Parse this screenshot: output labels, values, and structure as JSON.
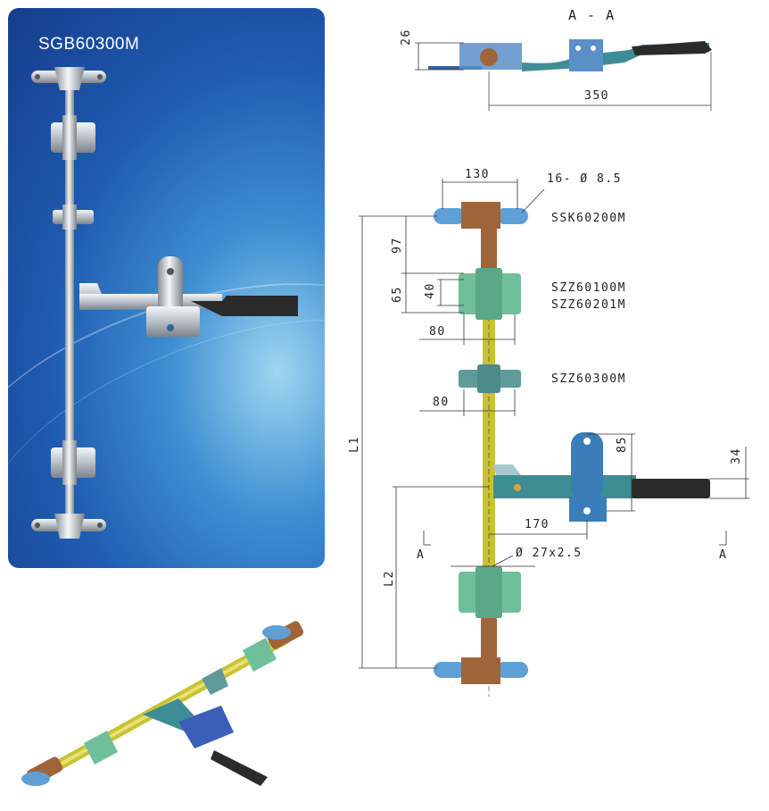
{
  "photo": {
    "model": "SGB60300M"
  },
  "section": {
    "title": "A - A",
    "height": "26",
    "length": "350"
  },
  "front": {
    "width": "130",
    "holes": "16-  Ø 8.5",
    "ssk": "SSK60200M",
    "szz1": "SZZ60100M",
    "szz2": "SZZ60201M",
    "szz3": "SZZ60300M",
    "d97": "97",
    "d65": "65",
    "d40": "40",
    "d80a": "80",
    "d80b": "80",
    "d85": "85",
    "d34": "34",
    "d170": "170",
    "pipe": "Ø 27x2.5",
    "L1": "L1",
    "L2": "L2",
    "cutA": "A",
    "cutA2": "A"
  },
  "colors": {
    "brand_blue": "#1f5bb0",
    "pipe_yellow": "#c9c232",
    "bracket_green": "#6fbf9a",
    "bronze": "#a0643a",
    "handle_dark": "#333333"
  }
}
